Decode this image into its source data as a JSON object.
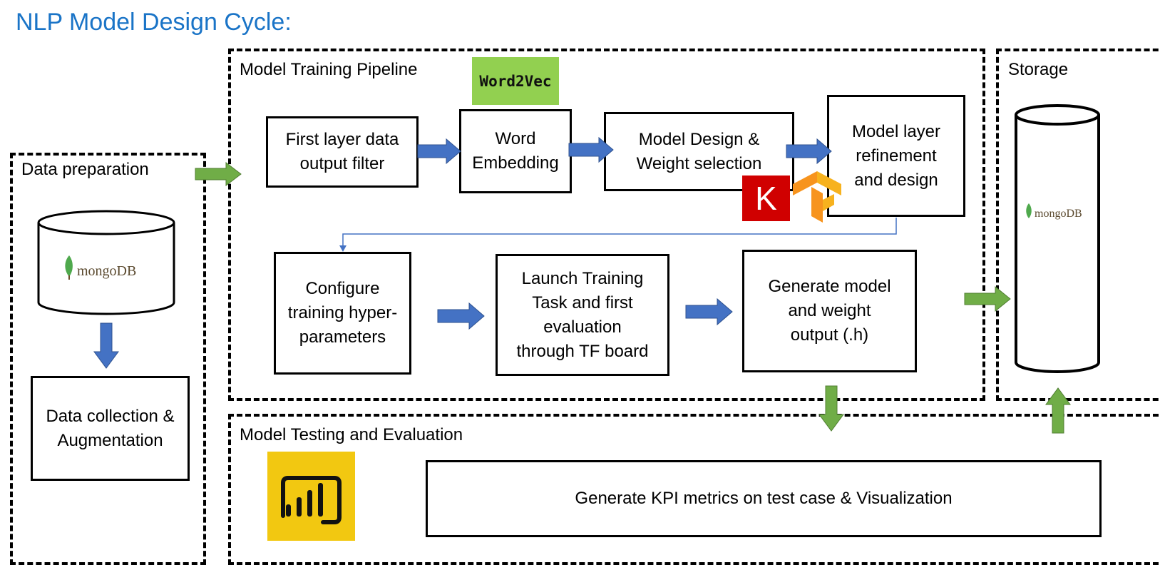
{
  "title": "NLP Model Design Cycle:",
  "regions": {
    "data_prep": "Data preparation",
    "pipeline": "Model Training Pipeline",
    "storage": "Storage",
    "testing": "Model Testing and Evaluation"
  },
  "steps": {
    "first_layer": "First layer data\noutput filter",
    "word_embedding": "Word\nEmbedding",
    "model_design": "Model Design &\nWeight selection",
    "model_layer": "Model layer\nrefinement\nand design",
    "configure": "Configure\ntraining hyper-\nparameters",
    "launch": "Launch Training\nTask and first\nevaluation\nthrough TF board",
    "generate": "Generate model\nand weight\noutput (.h)",
    "data_collection": "Data collection &\nAugmentation",
    "kpi": "Generate KPI metrics on test case & Visualization"
  },
  "logos": {
    "word2vec": "Word2Vec",
    "keras": "K",
    "mongodb": "mongoDB",
    "powerbi": "power-bi-icon",
    "tensorflow": "tensorflow-icon"
  },
  "colors": {
    "title": "#1a74c7",
    "blue_arrow": "#4472c4",
    "green_arrow": "#70ad47",
    "word2vec_bg": "#92d050",
    "keras_bg": "#d00000",
    "powerbi_bg": "#f2c811",
    "tf_orange": "#f7941e"
  }
}
